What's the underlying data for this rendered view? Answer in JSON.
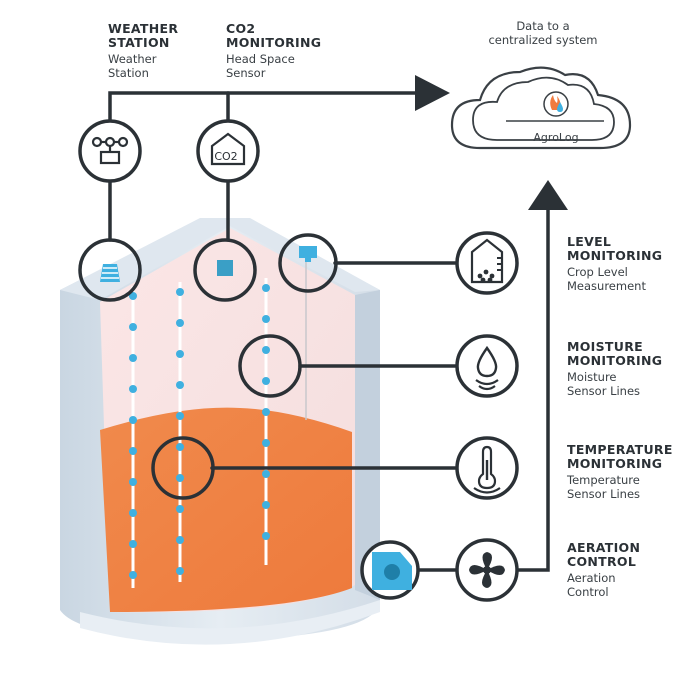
{
  "labels": {
    "weather": {
      "title": "WEATHER\nSTATION",
      "sub": "Weather\nStation"
    },
    "co2": {
      "title": "CO2\nMONITORING",
      "sub": "Head Space\nSensor"
    },
    "level": {
      "title": "LEVEL\nMONITORING",
      "sub": "Crop Level\nMeasurement"
    },
    "moisture": {
      "title": "MOISTURE\nMONITORING",
      "sub": "Moisture\nSensor Lines"
    },
    "temperature": {
      "title": "TEMPERATURE\nMONITORING",
      "sub": "Temperature\nSensor Lines"
    },
    "aeration": {
      "title": "AERATION\nCONTROL",
      "sub": "Aeration\nControl"
    }
  },
  "cloud": {
    "caption": "Data to a\ncentralized system",
    "brand": "AgroLog"
  },
  "icons": {
    "weather": "weather-station-icon",
    "co2": "co2-sensor-icon",
    "level": "crop-level-icon",
    "moisture": "moisture-drop-icon",
    "temperature": "thermometer-icon",
    "aeration": "fan-icon",
    "co2_text": "CO2"
  },
  "colors": {
    "line": "#2b3136",
    "crop": "#f07b3f",
    "sensor": "#3fb0e0",
    "brand_flame": "#f07b3f",
    "brand_drop": "#3fb0e0"
  }
}
